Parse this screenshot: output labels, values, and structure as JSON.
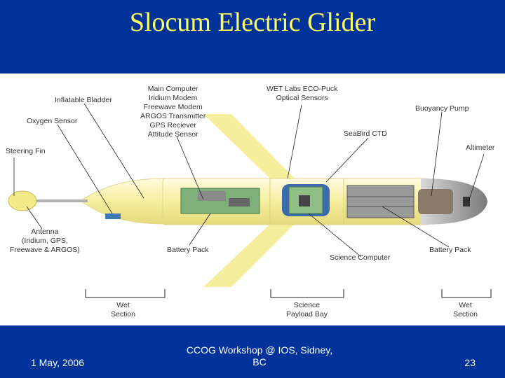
{
  "slide": {
    "title": "Slocum Electric Glider",
    "footer_date": "1 May, 2006",
    "footer_event_line1": "CCOG Workshop @ IOS, Sidney,",
    "footer_event_line2": "BC",
    "page_number": "23"
  },
  "diagram": {
    "labels": {
      "inflatable_bladder": "Inflatable Bladder",
      "main_computer": [
        "Main Computer",
        "Iridium Modem",
        "Freewave Modem",
        "ARGOS Transmitter",
        "GPS Reciever",
        "Attitude Sensor"
      ],
      "wet_labs": [
        "WET Labs ECO-Puck",
        "Optical Sensors"
      ],
      "buoyancy_pump": "Buoyancy Pump",
      "oxygen_sensor": "Oxygen Sensor",
      "seabird_ctd": "SeaBird CTD",
      "steering_fin": "Steering Fin",
      "altimeter": "Altimeter",
      "antenna": [
        "Antenna",
        "(Iridium, GPS,",
        "Freewave & ARGOS)"
      ],
      "battery_pack_left": "Battery Pack",
      "science_computer": "Science Computer",
      "battery_pack_right": "Battery Pack",
      "wet_section_left": [
        "Wet",
        "Section"
      ],
      "science_payload": [
        "Science",
        "Payload Bay"
      ],
      "wet_section_right": [
        "Wet",
        "Section"
      ]
    }
  },
  "colors": {
    "background": "#003399",
    "title": "#ffff66",
    "body_yellow": "#f8f2a8",
    "fin_yellow": "#f3ec8c",
    "board_green": "#7fb07a"
  }
}
